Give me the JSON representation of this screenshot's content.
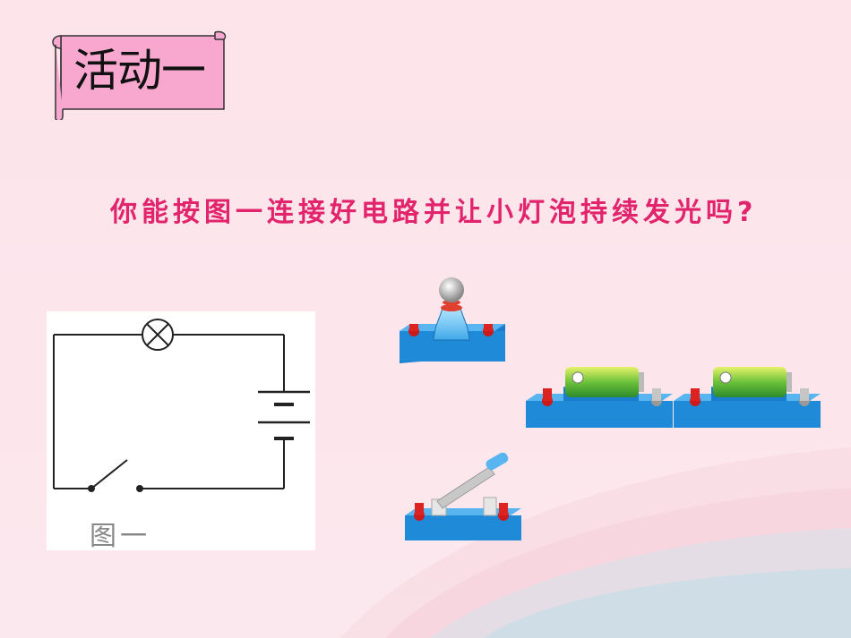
{
  "slide": {
    "title": "活动一",
    "question": "你能按图一连接好电路并让小灯泡持续发光吗?",
    "figure_label": "图一"
  },
  "icons": [
    "lamp-device-icon",
    "battery-icon",
    "knife-switch-icon",
    "scroll-banner-icon"
  ],
  "colors": {
    "background": "#fde3ea",
    "banner_fill": "#f8a8cf",
    "question_text": "#e2246c",
    "device_base": "#1e88d8"
  }
}
